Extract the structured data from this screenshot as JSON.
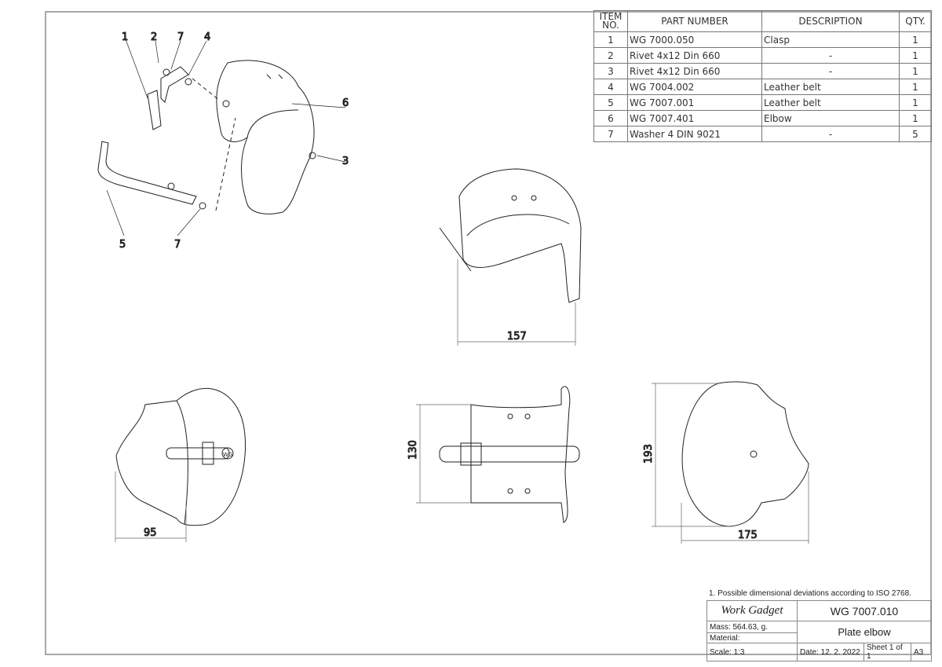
{
  "bom": {
    "headers": {
      "item": "ITEM NO.",
      "part": "PART NUMBER",
      "desc": "DESCRIPTION",
      "qty": "QTY."
    },
    "rows": [
      {
        "item": "1",
        "part": "WG 7000.050",
        "desc": "Clasp",
        "qty": "1"
      },
      {
        "item": "2",
        "part": "Rivet 4x12 Din 660",
        "desc": "-",
        "qty": "1"
      },
      {
        "item": "3",
        "part": "Rivet 4x12 Din 660",
        "desc": "-",
        "qty": "1"
      },
      {
        "item": "4",
        "part": "WG 7004.002",
        "desc": "Leather belt",
        "qty": "1"
      },
      {
        "item": "5",
        "part": "WG 7007.001",
        "desc": "Leather belt",
        "qty": "1"
      },
      {
        "item": "6",
        "part": "WG 7007.401",
        "desc": "Elbow",
        "qty": "1"
      },
      {
        "item": "7",
        "part": "Washer 4 DIN 9021",
        "desc": "-",
        "qty": "5"
      }
    ]
  },
  "balloons": [
    "1",
    "2",
    "7",
    "4",
    "6",
    "3",
    "5",
    "7"
  ],
  "dimensions": {
    "front_width": "157",
    "side_height": "130",
    "right_height": "193",
    "right_width": "175",
    "left_width": "95"
  },
  "logo_text": "WG",
  "title_block": {
    "note": "1. Possible dimensional deviations according to ISO 2768.",
    "company": "Work Gadget",
    "drawing_number": "WG 7007.010",
    "mass": "Mass: 564.63, g.",
    "material": "Material:",
    "title": "Plate elbow",
    "scale": "Scale: 1:3",
    "date": "Date: 12. 2. 2022",
    "sheet": "Sheet 1 of 1",
    "size": "A3"
  }
}
